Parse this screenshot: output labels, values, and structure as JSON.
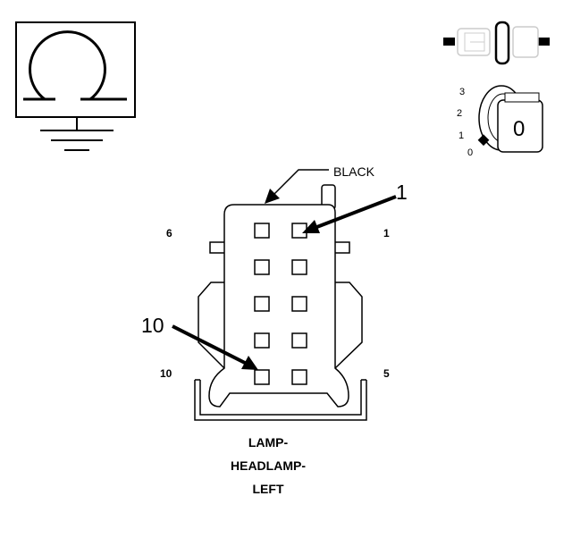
{
  "connector": {
    "color_label": "BLACK",
    "pin_labels": {
      "top_left": "6",
      "top_right": "1",
      "bottom_left": "10",
      "bottom_right": "5"
    },
    "callouts": {
      "pin_a": "1",
      "pin_b": "10"
    },
    "rows": 5,
    "columns": 2
  },
  "ignition": {
    "positions": [
      "3",
      "2",
      "1",
      "0"
    ],
    "key_label": "0"
  },
  "caption": [
    "LAMP-",
    "HEADLAMP-",
    "LEFT"
  ],
  "icons": [
    "ohmmeter-ground-icon",
    "connector-plug-icon",
    "ignition-key-icon"
  ]
}
